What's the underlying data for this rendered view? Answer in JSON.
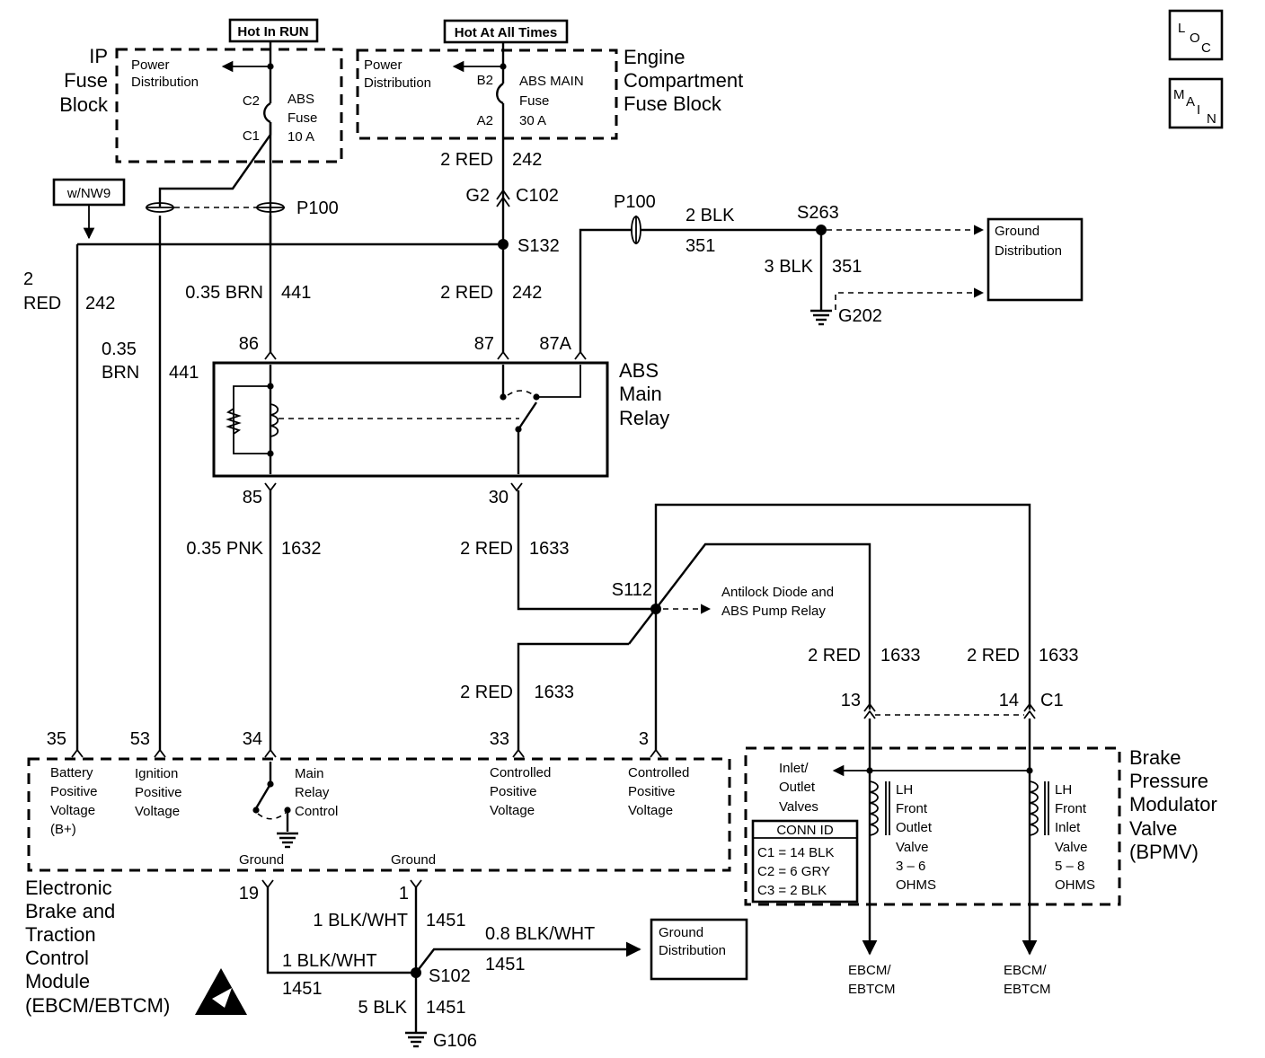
{
  "header": {
    "hot_in_run": "Hot In RUN",
    "hot_at_all_times": "Hot At All Times",
    "loc_icon": [
      "L",
      "O",
      "C"
    ],
    "main_icon": [
      "M",
      "A",
      "I",
      "N"
    ]
  },
  "ip_fuse_block": {
    "title": [
      "IP",
      "Fuse",
      "Block"
    ],
    "power_distribution": [
      "Power",
      "Distribution"
    ],
    "c2": "C2",
    "c1": "C1",
    "fuse": [
      "ABS",
      "Fuse",
      "10 A"
    ]
  },
  "engine_fuse_block": {
    "title": [
      "Engine",
      "Compartment",
      "Fuse Block"
    ],
    "power_distribution": [
      "Power",
      "Distribution"
    ],
    "b2": "B2",
    "a2": "A2",
    "fuse": [
      "ABS MAIN",
      "Fuse",
      "30 A"
    ]
  },
  "wires": {
    "w_2red_242_top": [
      "2 RED",
      "242"
    ],
    "g2": "G2",
    "c102": "C102",
    "w_nw9": "w/NW9",
    "p100_left": "P100",
    "p100_right": "P100",
    "s132": "S132",
    "w_2red_242_left": [
      "2",
      "RED",
      "242"
    ],
    "w_035brn_441_mid": [
      "0.35 BRN",
      "441"
    ],
    "w_035brn_441_left": [
      "0.35",
      "BRN",
      "441"
    ],
    "w_2red_242_mid": [
      "2 RED",
      "242"
    ],
    "w_2blk_351": [
      "2 BLK",
      "351"
    ],
    "s263": "S263",
    "w_3blk_351": [
      "3 BLK",
      "351"
    ],
    "g202": "G202",
    "w_035pnk_1632": [
      "0.35 PNK",
      "1632"
    ],
    "w_2red_1633_a": [
      "2 RED",
      "1633"
    ],
    "s112": "S112",
    "antilock": [
      "Antilock Diode and",
      "ABS Pump Relay"
    ],
    "w_2red_1633_b": [
      "2 RED",
      "1633"
    ],
    "w_2red_1633_c": [
      "2 RED",
      "1633"
    ],
    "w_2red_1633_d": [
      "2 RED",
      "1633"
    ],
    "w_1blkwht_1451_a": [
      "1 BLK/WHT",
      "1451"
    ],
    "w_1blkwht_1451_b": [
      "1 BLK/WHT",
      "1451"
    ],
    "w_08blkwht_1451": [
      "0.8 BLK/WHT",
      "1451"
    ],
    "s102": "S102",
    "w_5blk_1451": [
      "5 BLK",
      "1451"
    ],
    "g106": "G106"
  },
  "ground_distribution_top": [
    "Ground",
    "Distribution"
  ],
  "ground_distribution_bottom": [
    "Ground",
    "Distribution"
  ],
  "relay": {
    "title": [
      "ABS",
      "Main",
      "Relay"
    ],
    "pin_86": "86",
    "pin_87": "87",
    "pin_87a": "87A",
    "pin_85": "85",
    "pin_30": "30"
  },
  "module": {
    "title": [
      "Electronic",
      "Brake and",
      "Traction",
      "Control",
      "Module",
      "(EBCM/EBTCM)"
    ],
    "pins": [
      "35",
      "53",
      "34",
      "33",
      "3"
    ],
    "battery": [
      "Battery",
      "Positive",
      "Voltage",
      "(B+)"
    ],
    "ignition": [
      "Ignition",
      "Positive",
      "Voltage"
    ],
    "main_relay_control": [
      "Main",
      "Relay",
      "Control"
    ],
    "controlled_1": [
      "Controlled",
      "Positive",
      "Voltage"
    ],
    "controlled_2": [
      "Controlled",
      "Positive",
      "Voltage"
    ],
    "ground_1": "Ground",
    "ground_2": "Ground",
    "pin_19": "19",
    "pin_1": "1"
  },
  "bpmv": {
    "title": [
      "Brake",
      "Pressure",
      "Modulator",
      "Valve",
      "(BPMV)"
    ],
    "inlet_outlet": [
      "Inlet/",
      "Outlet",
      "Valves"
    ],
    "conn_id_title": "CONN ID",
    "conn_id_rows": [
      "C1 = 14 BLK",
      "C2 = 6 GRY",
      "C3 = 2 BLK"
    ],
    "outlet_valve": [
      "LH",
      "Front",
      "Outlet",
      "Valve",
      "3 – 6",
      "OHMS"
    ],
    "inlet_valve": [
      "LH",
      "Front",
      "Inlet",
      "Valve",
      "5 – 8",
      "OHMS"
    ],
    "pin_13": "13",
    "pin_14": "14",
    "c1": "C1",
    "ebcm_1": [
      "EBCM/",
      "EBTCM"
    ],
    "ebcm_2": [
      "EBCM/",
      "EBTCM"
    ]
  }
}
